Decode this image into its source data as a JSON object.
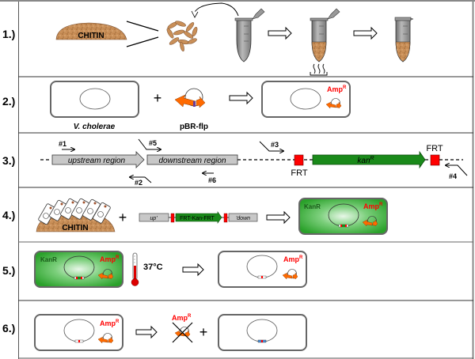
{
  "steps": [
    {
      "label": "1.)",
      "name": "chitin-preparation"
    },
    {
      "label": "2.)",
      "name": "plasmid-transformation"
    },
    {
      "label": "3.)",
      "name": "pcr-construct-design"
    },
    {
      "label": "4.)",
      "name": "natural-transformation-on-chitin"
    },
    {
      "label": "5.)",
      "name": "flp-induction"
    },
    {
      "label": "6.)",
      "name": "plasmid-curing"
    }
  ],
  "step1": {
    "chitin_label": "CHITIN"
  },
  "step2": {
    "cell_label": "V. cholerae",
    "plasmid_label": "pBR-flp",
    "resistance": "Amp",
    "resistance_sup": "R",
    "plus": "+"
  },
  "step3": {
    "upstream_label": "upstream region",
    "downstream_label": "downstream region",
    "kan_label": "kan",
    "kan_sup": "R",
    "frt_left": "FRT",
    "frt_right": "FRT",
    "primers": [
      "#1",
      "#2",
      "#3",
      "#4",
      "#5",
      "#6"
    ]
  },
  "step4": {
    "chitin_label": "CHITIN",
    "plus": "+",
    "construct_up": "up'",
    "construct_mid": "FRT-Kan-FRT",
    "construct_down": "'down",
    "kan_label": "KanR",
    "resistance": "Amp",
    "resistance_sup": "R"
  },
  "step5": {
    "kan_label": "KanR",
    "resistance": "Amp",
    "resistance_sup": "R",
    "temperature": "37°C",
    "result_resistance": "Amp",
    "result_resistance_sup": "R"
  },
  "step6": {
    "resistance": "Amp",
    "resistance_sup": "R",
    "lost_resistance": "Amp",
    "lost_resistance_sup": "R",
    "plus": "+"
  },
  "colors": {
    "chitin": "#c98f58",
    "plasmid_orange": "#ff6a00",
    "amp_red": "#ff0000",
    "kan_green": "#1a8a1a",
    "frt_red": "#ff0000",
    "cell_green": "#3cb043",
    "gene_gray": "#c8c8c8",
    "scar_blue": "#4a90d9"
  }
}
